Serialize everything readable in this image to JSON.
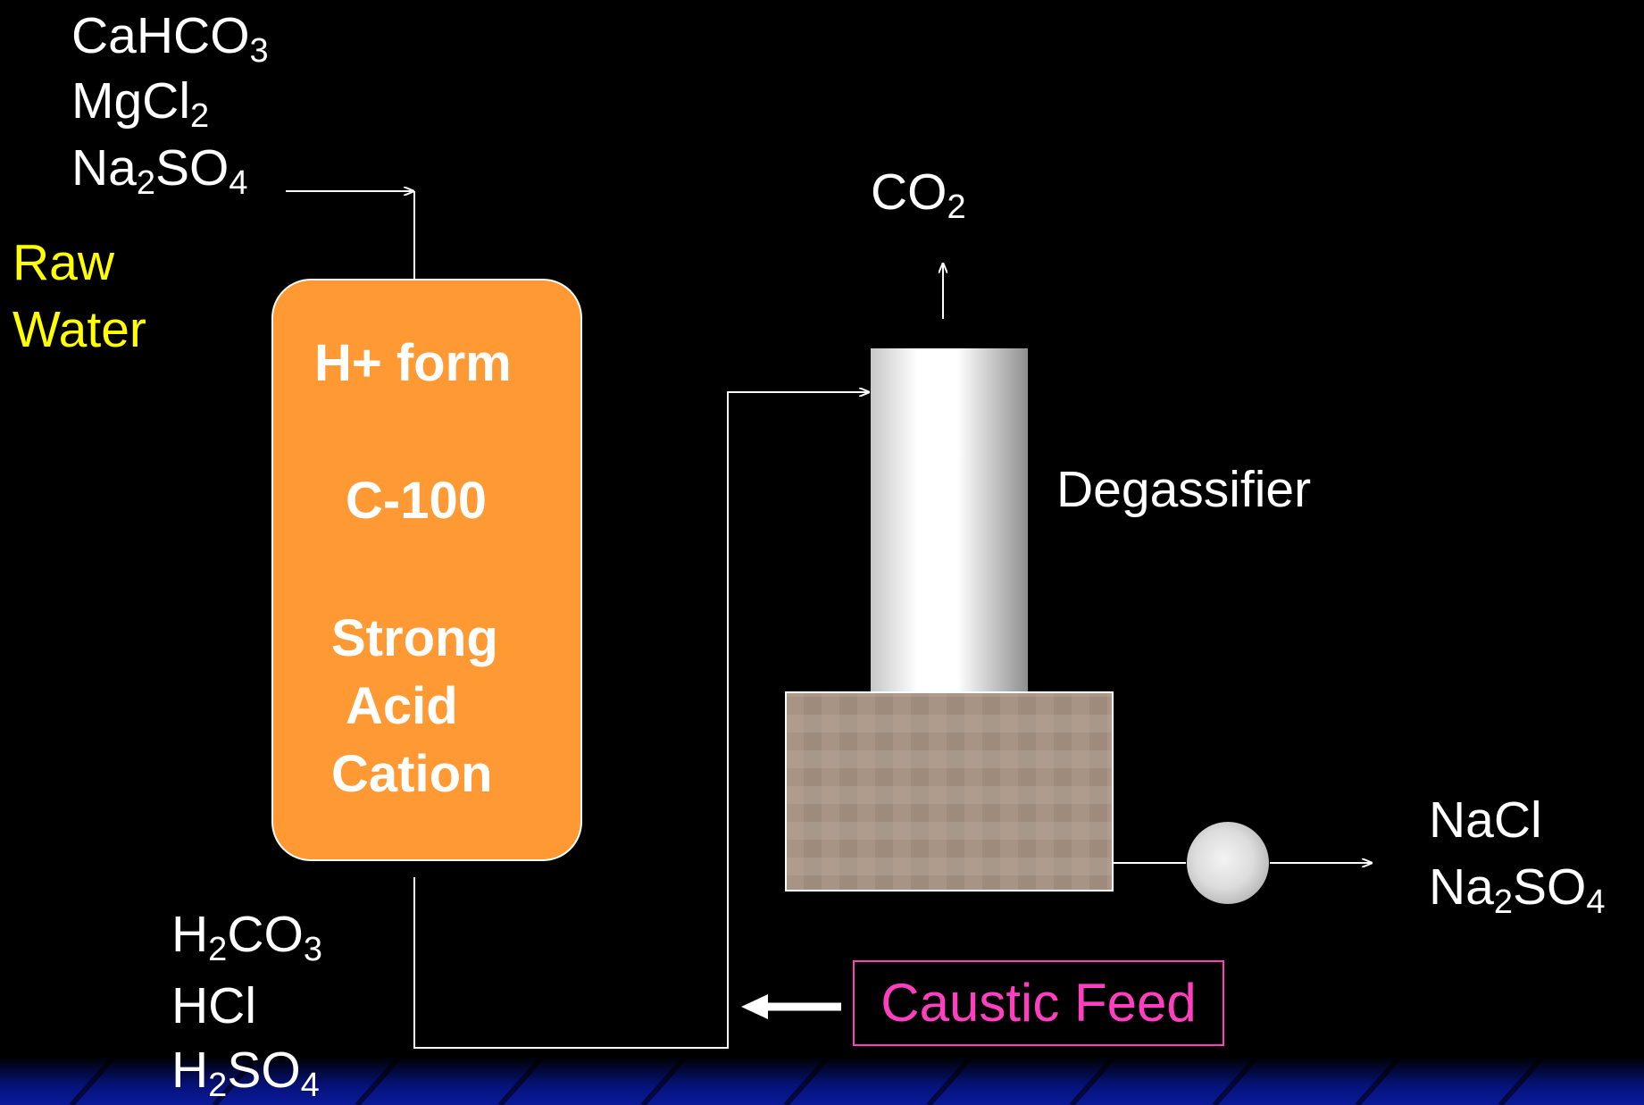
{
  "diagram": {
    "inlet_species": [
      "CaHCO3",
      "MgCl2",
      "Na2SO4"
    ],
    "raw_water_label": [
      "Raw",
      "Water"
    ],
    "vessel": {
      "line1": "H+ form",
      "line2": "C-100",
      "line3": [
        "Strong",
        "Acid",
        "Cation"
      ],
      "color": "#ff9933"
    },
    "outlet_species": [
      "H2CO3",
      "HCl",
      "H2SO4"
    ],
    "co2_label": "CO2",
    "degassifier_label": "Degassifier",
    "product_species": [
      "NaCl",
      "Na2SO4"
    ],
    "caustic_feed_label": "Caustic Feed",
    "colors": {
      "background": "#000000",
      "text": "#ffffff",
      "accent_yellow": "#ffff00",
      "accent_magenta": "#ff3fbf",
      "footer_band": "#0a1a8a"
    }
  }
}
